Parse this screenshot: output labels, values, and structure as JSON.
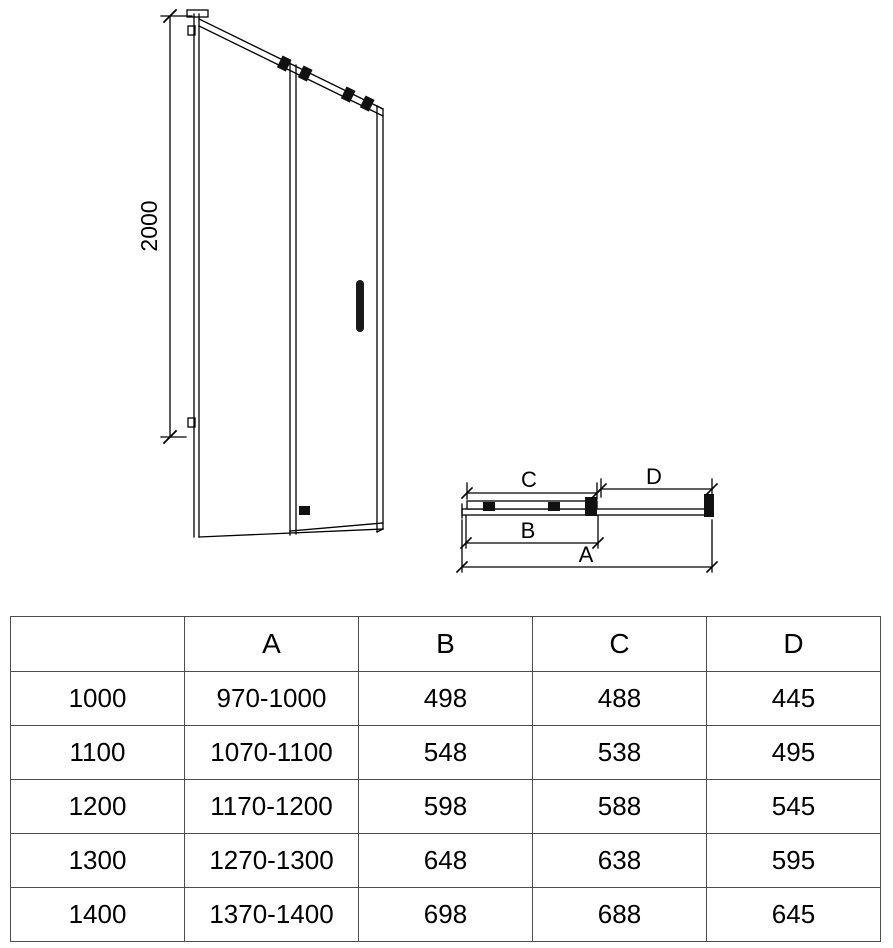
{
  "diagram": {
    "front_view": {
      "height_dimension": "2000"
    },
    "top_view": {
      "label_c": "C",
      "label_d": "D",
      "label_b": "B",
      "label_a": "A"
    }
  },
  "table": {
    "headers": [
      "",
      "A",
      "B",
      "C",
      "D"
    ],
    "rows": [
      [
        "1000",
        "970-1000",
        "498",
        "488",
        "445"
      ],
      [
        "1100",
        "1070-1100",
        "548",
        "538",
        "495"
      ],
      [
        "1200",
        "1170-1200",
        "598",
        "588",
        "545"
      ],
      [
        "1300",
        "1270-1300",
        "648",
        "638",
        "595"
      ],
      [
        "1400",
        "1370-1400",
        "698",
        "688",
        "645"
      ]
    ]
  },
  "colors": {
    "line": "#000000",
    "background": "#ffffff"
  }
}
